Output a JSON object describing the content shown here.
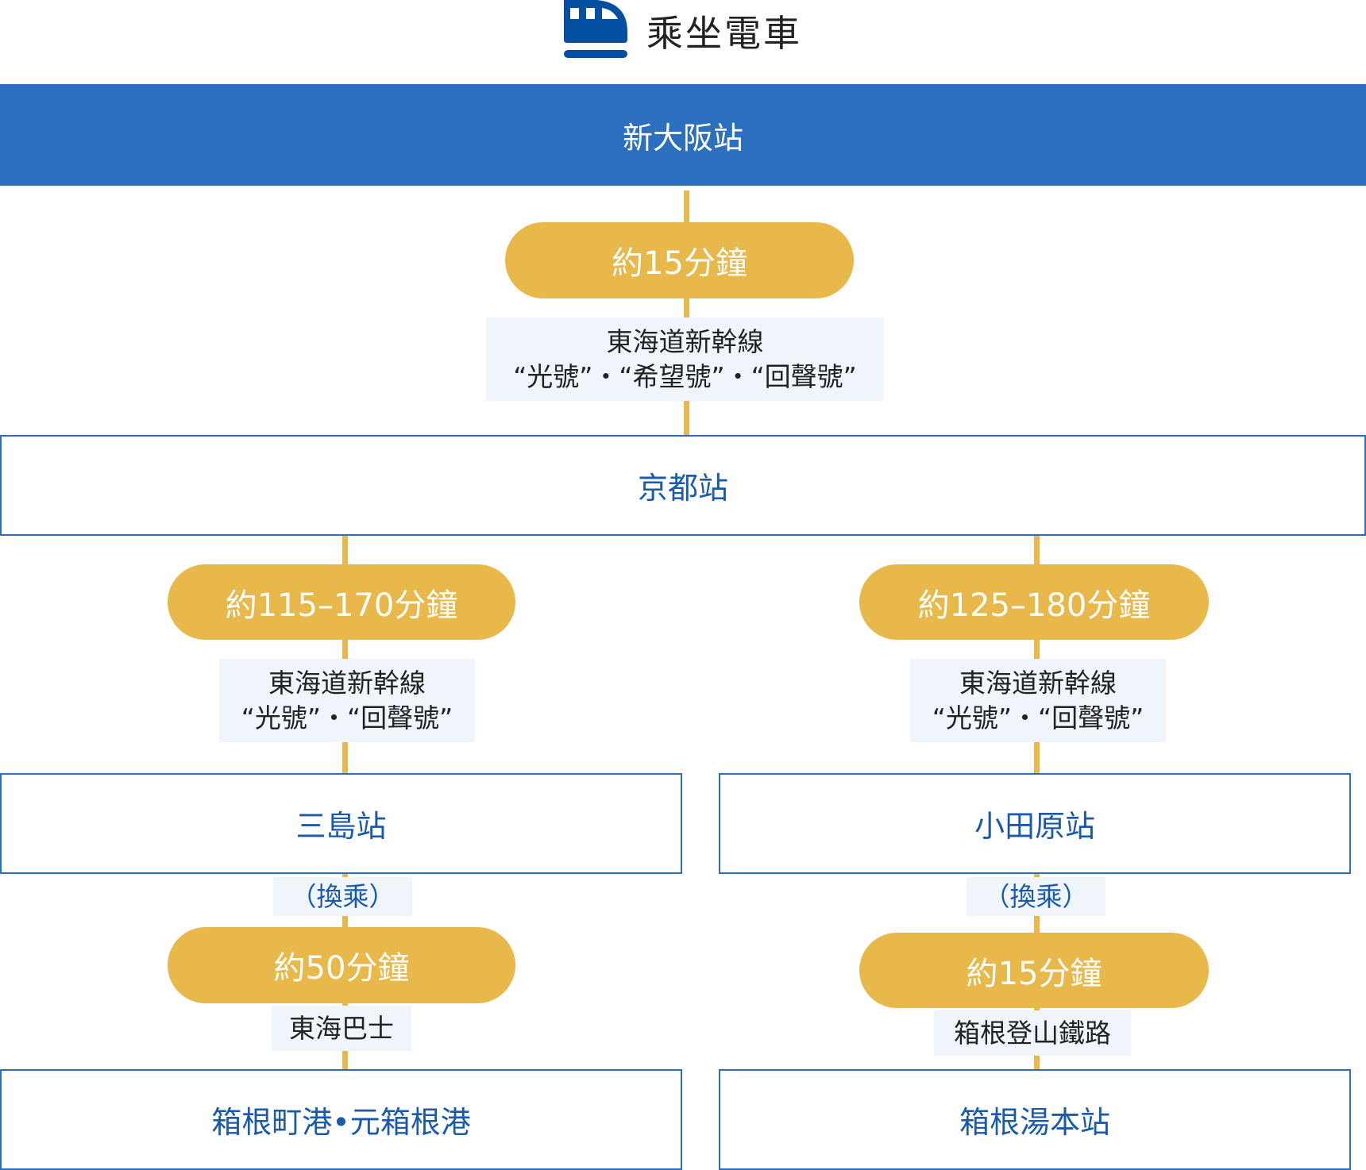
{
  "header": {
    "title": "乘坐電車",
    "icon": "train-icon"
  },
  "colors": {
    "blue": "#2d6fbf",
    "gold": "#e8b84a",
    "label_bg": "#f0f5fc"
  },
  "start": "新大阪站",
  "leg1": {
    "time": "約15分鐘",
    "line": "東海道新幹線",
    "trains": "“光號”・“希望號”・“回聲號”"
  },
  "kyoto": "京都站",
  "left": {
    "time": "約115–170分鐘",
    "line": "東海道新幹線",
    "trains": "“光號”・“回聲號”",
    "station": "三島站",
    "transfer": "（換乘）",
    "time2": "約50分鐘",
    "line2": "東海巴士",
    "end": "箱根町港•元箱根港"
  },
  "right": {
    "time": "約125–180分鐘",
    "line": "東海道新幹線",
    "trains": "“光號”・“回聲號”",
    "station": "小田原站",
    "transfer": "（換乘）",
    "time2": "約15分鐘",
    "line2": "箱根登山鐵路",
    "end": "箱根湯本站"
  }
}
